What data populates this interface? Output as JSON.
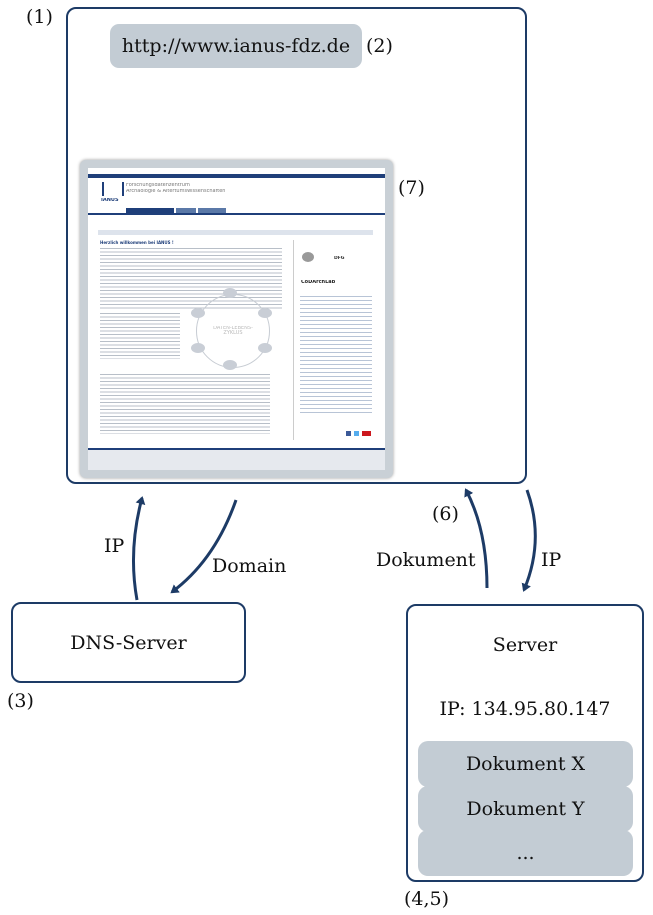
{
  "labels": {
    "browser_num": "(1)",
    "url_num": "(2)",
    "dns_num": "(3)",
    "server_num": "(4,5)",
    "doc_num": "(6)",
    "website_num": "(7)"
  },
  "browser": {
    "url": "http://www.ianus-fdz.de"
  },
  "website": {
    "title_line1": "Forschungsdatenzentrum",
    "title_line2": "Archäologie & Altertumswissenschaften",
    "logo": "IANUS",
    "heading": "Herzlich willkommen bei IANUS !",
    "cycle_center": "DATEN-LEBENS-ZYKLUS",
    "sidebar_partner": "CoDArchLab",
    "sidebar_dfg": "DFG"
  },
  "arrows": {
    "ip_left": "IP",
    "domain": "Domain",
    "dokument": "Dokument",
    "ip_right": "IP"
  },
  "dns": {
    "title": "DNS-Server"
  },
  "server": {
    "title": "Server",
    "ip": "IP: 134.95.80.147",
    "documents": [
      "Dokument X",
      "Dokument Y",
      "..."
    ]
  },
  "colors": {
    "stroke": "#1d3b66",
    "pill": "#c3ccd4",
    "site_blue": "#1f3f7a"
  }
}
